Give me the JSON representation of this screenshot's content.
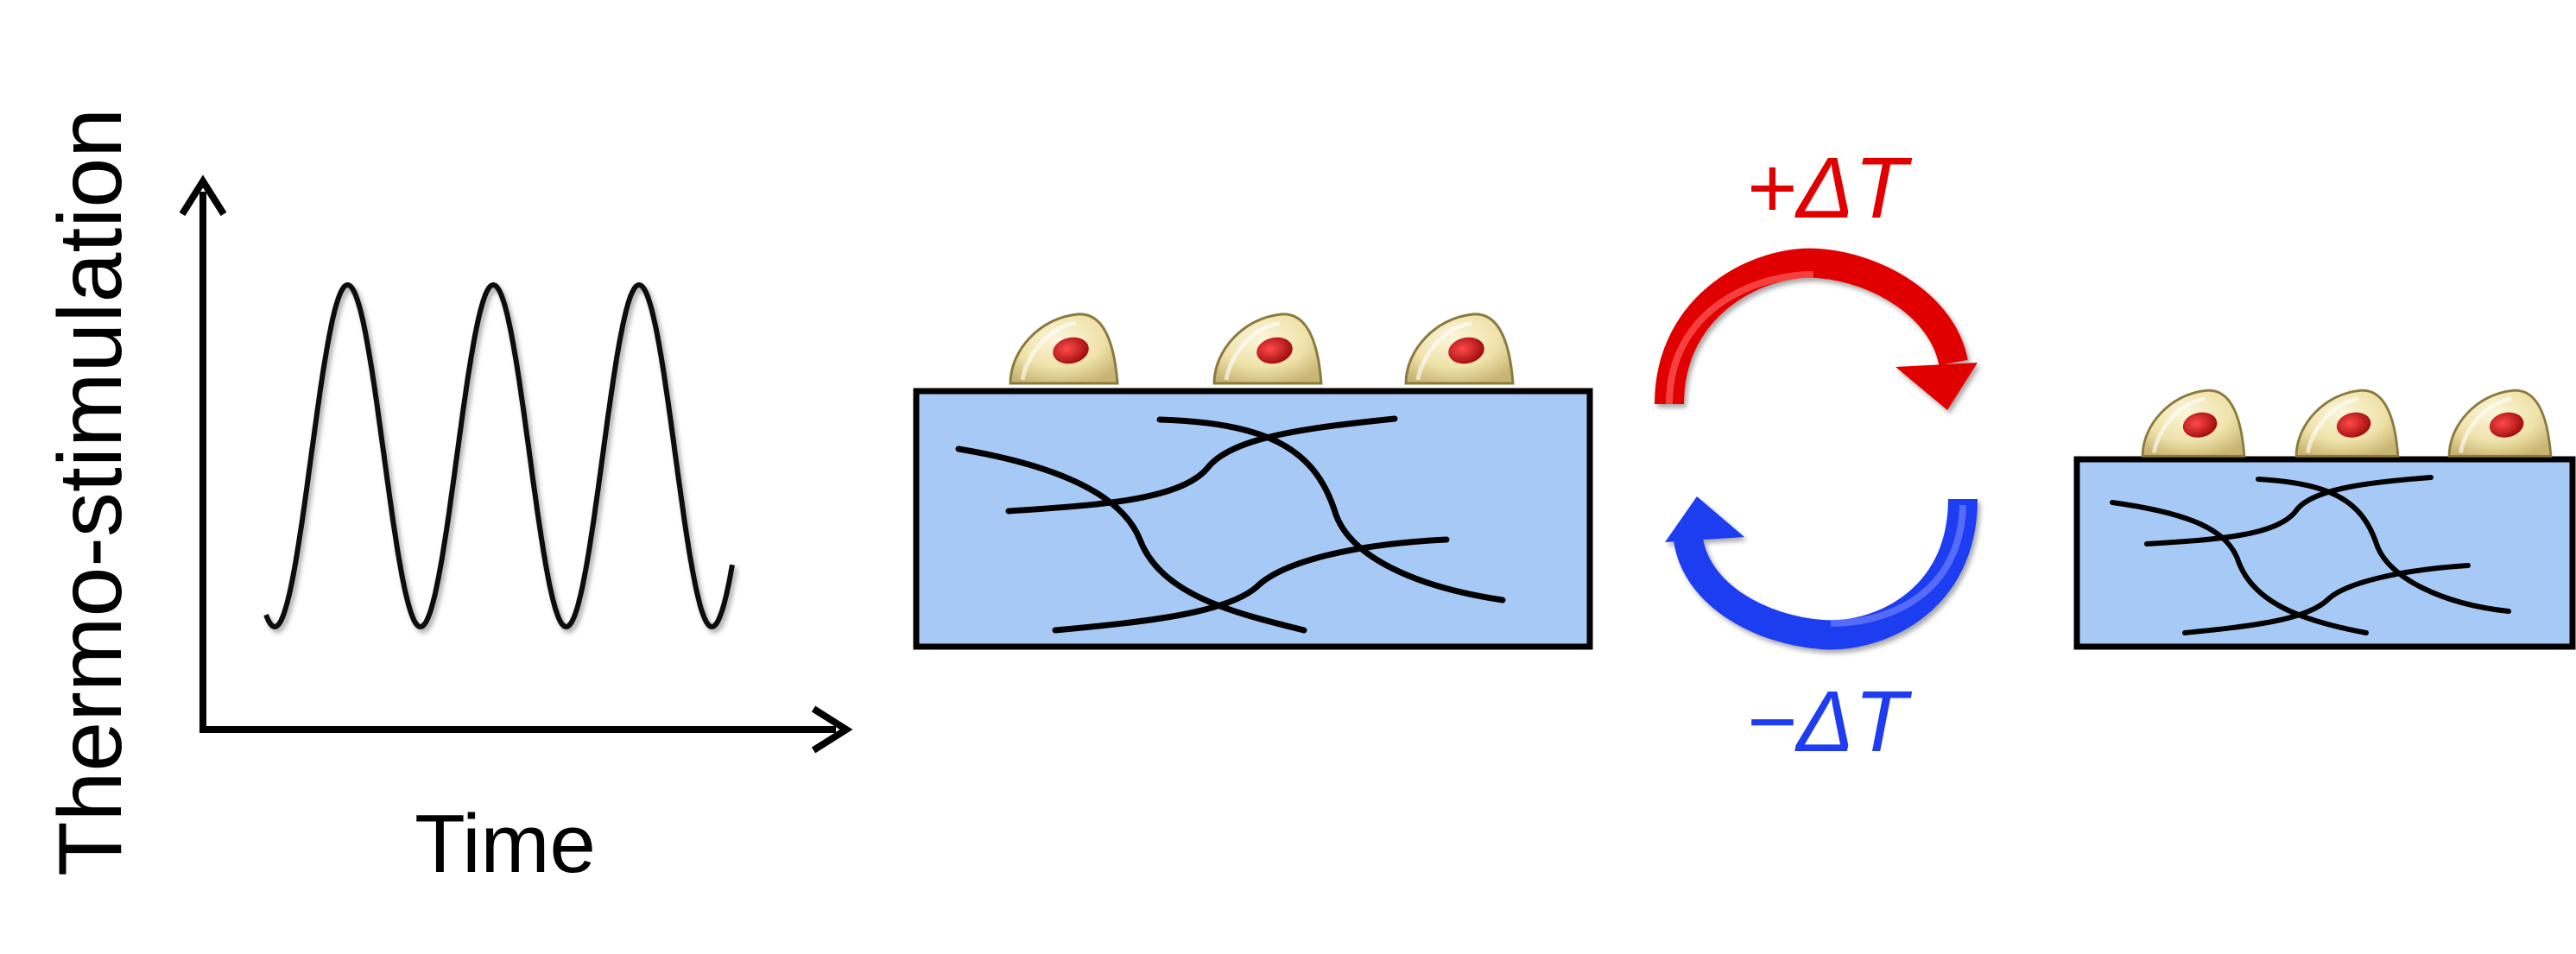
{
  "plot": {
    "y_label": "Thermo-stimulation",
    "x_label": "Time"
  },
  "cycle": {
    "heat_label": "+ΔT",
    "cool_label": "−ΔT"
  },
  "colors": {
    "hydrogel": "#a7c9f5",
    "heat": "#e00000",
    "cool": "#1f3cf0",
    "cell_body": "#f3e8b6",
    "nucleus": "#cc1b1b",
    "line": "#000000"
  },
  "icons": {
    "cell": "cell-icon",
    "heat_arrow": "curved-arrow-icon",
    "cool_arrow": "curved-arrow-icon"
  }
}
